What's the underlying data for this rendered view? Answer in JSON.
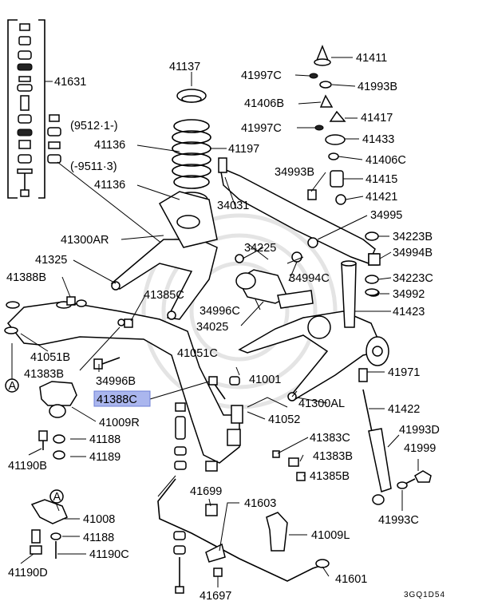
{
  "labels": {
    "41631": "41631",
    "41137": "41137",
    "95121": "(9512·1-)",
    "41136a": "41136",
    "41197": "41197",
    "95113": "(-9511·3)",
    "41136b": "41136",
    "41300AR": "41300AR",
    "41325": "41325",
    "41388B": "41388B",
    "41385C": "41385C",
    "41051B": "41051B",
    "41383B_l": "41383B",
    "34996B": "34996B",
    "41388C": "41388C",
    "41009R": "41009R",
    "41188a": "41188",
    "41189": "41189",
    "41190B": "41190B",
    "41008": "41008",
    "41188b": "41188",
    "41190C": "41190C",
    "41190D": "41190D",
    "41699": "41699",
    "41603": "41603",
    "41697": "41697",
    "41601": "41601",
    "41009L": "41009L",
    "41383C": "41383C",
    "41383B_r": "41383B",
    "41385B": "41385B",
    "41052": "41052",
    "41001": "41001",
    "41051C": "41051C",
    "34996C": "34996C",
    "34025": "34025",
    "34225": "34225",
    "34031": "34031",
    "34994C": "34994C",
    "41300AL": "41300AL",
    "41411": "41411",
    "41997Ca": "41997C",
    "41993B": "41993B",
    "41406B": "41406B",
    "41417": "41417",
    "41997Cb": "41997C",
    "41433": "41433",
    "41406C": "41406C",
    "34993B": "34993B",
    "41415": "41415",
    "41421": "41421",
    "34995": "34995",
    "34223B": "34223B",
    "34994B": "34994B",
    "34223C": "34223C",
    "34992": "34992",
    "41423": "41423",
    "41971": "41971",
    "41422": "41422",
    "41993D": "41993D",
    "41999": "41999",
    "41993C": "41993C",
    "A1": "A",
    "A2": "A",
    "code": "3GQ1D54"
  },
  "colors": {
    "highlight": "#aab6ee",
    "ink": "#000000"
  }
}
